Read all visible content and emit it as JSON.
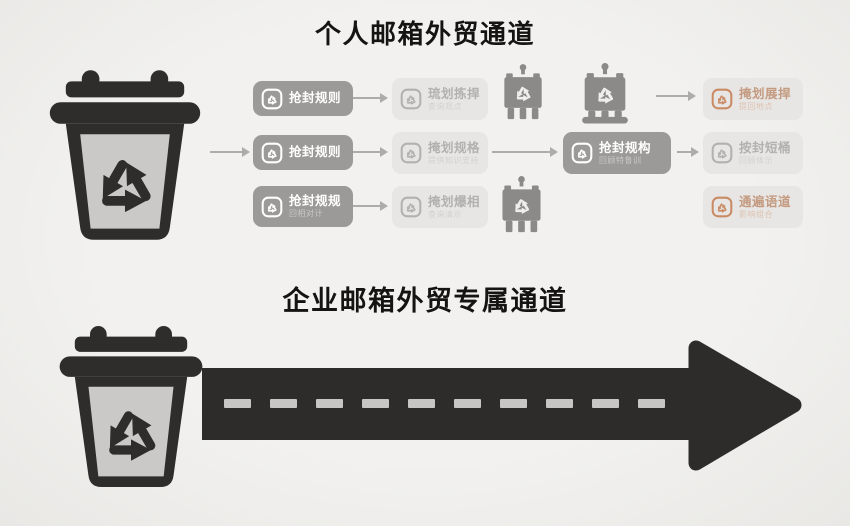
{
  "personal": {
    "title": "个人邮箱外贸通道",
    "rule_nodes": [
      {
        "label": "抢封规则",
        "sub": ""
      },
      {
        "label": "抢封规则",
        "sub": ""
      },
      {
        "label": "抢封规规",
        "sub": "回相对计"
      }
    ],
    "stage2_nodes": [
      {
        "label": "琉划拣捍",
        "sub": "查询观点"
      },
      {
        "label": "掩划规格",
        "sub": "提供知识支持"
      },
      {
        "label": "掩划爆相",
        "sub": "查询清示"
      }
    ],
    "hub_node": {
      "label": "抢封规构",
      "sub": "回顾特鲁训"
    },
    "result_nodes": [
      {
        "label": "掩划展捍",
        "sub": "提回地点"
      },
      {
        "label": "按封短桶",
        "sub": "回顾体示"
      },
      {
        "label": "通遍语道",
        "sub": "影响组合"
      }
    ]
  },
  "enterprise": {
    "title": "企业邮箱外贸专属通道"
  },
  "icons": {
    "recycle_bin": "recycle-bin-icon",
    "trash_can": "trash-can-icon",
    "trash_can_with_base": "trash-can-with-base-icon",
    "recycle_badge": "recycle-badge-icon",
    "arrow_right": "arrow-right-icon",
    "road_arrow": "road-arrow-graphic"
  },
  "colors": {
    "background": "#f0efed",
    "title_text": "#151413",
    "dark_node_bg": "#9b9a98",
    "light_node_bg": "#e7e6e4",
    "light_node_text": "#b3b1ae",
    "accent_orange": "#c98a64",
    "bin_body": "#2e2d2c",
    "bin_panel": "#cac9c7",
    "small_can": "#8b8a88",
    "arrow": "#aeacaa",
    "road": "#2d2c2b",
    "road_dash": "#c7c6c4"
  }
}
